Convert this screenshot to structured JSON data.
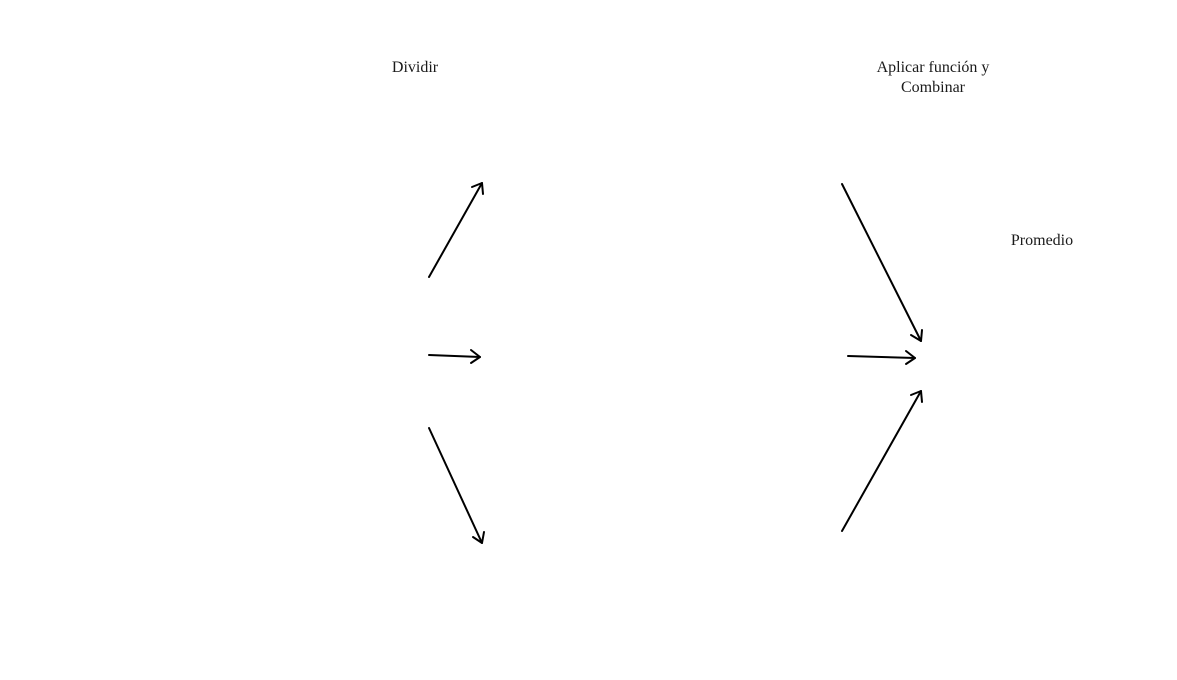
{
  "diagram": {
    "steps": {
      "split": "Dividir",
      "apply_combine": "Aplicar función y Combinar",
      "result": "Promedio"
    },
    "arrow_color": "#000000"
  }
}
